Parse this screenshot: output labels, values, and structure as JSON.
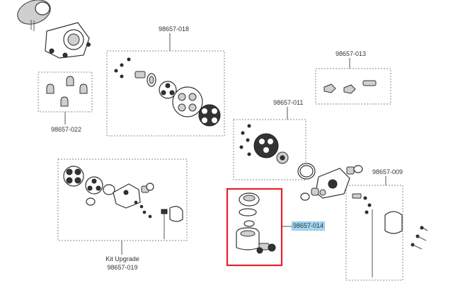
{
  "labels": {
    "p018": "98657-018",
    "p013": "98657-013",
    "p011": "98657-011",
    "p022": "98657-022",
    "p009": "98657-009",
    "p014": "98657-014",
    "kit_title": "Kit Upgrade",
    "kit_number": "98657-019"
  },
  "selection": {
    "highlight_color": "#9fd8f2",
    "frame_color": "#e8202a",
    "selected_label": "98657-014"
  }
}
